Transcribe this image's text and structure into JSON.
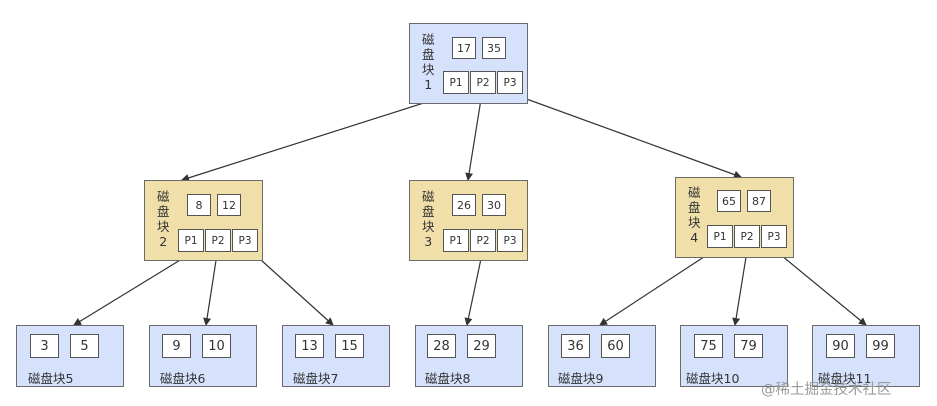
{
  "root": {
    "name_chars": [
      "磁",
      "盘",
      "块",
      "1"
    ],
    "keys": [
      "17",
      "35"
    ],
    "pointers": [
      "P1",
      "P2",
      "P3"
    ]
  },
  "middle": [
    {
      "name_chars": [
        "磁",
        "盘",
        "块",
        "2"
      ],
      "keys": [
        "8",
        "12"
      ],
      "pointers": [
        "P1",
        "P2",
        "P3"
      ]
    },
    {
      "name_chars": [
        "磁",
        "盘",
        "块",
        "3"
      ],
      "keys": [
        "26",
        "30"
      ],
      "pointers": [
        "P1",
        "P2",
        "P3"
      ]
    },
    {
      "name_chars": [
        "磁",
        "盘",
        "块",
        "4"
      ],
      "keys": [
        "65",
        "87"
      ],
      "pointers": [
        "P1",
        "P2",
        "P3"
      ]
    }
  ],
  "leaves": [
    {
      "label": "磁盘块5",
      "keys": [
        "3",
        "5"
      ]
    },
    {
      "label": "磁盘块6",
      "keys": [
        "9",
        "10"
      ]
    },
    {
      "label": "磁盘块7",
      "keys": [
        "13",
        "15"
      ]
    },
    {
      "label": "磁盘块8",
      "keys": [
        "28",
        "29"
      ]
    },
    {
      "label": "磁盘块9",
      "keys": [
        "36",
        "60"
      ]
    },
    {
      "label": "磁盘块10",
      "keys": [
        "75",
        "79"
      ]
    },
    {
      "label": "磁盘块11",
      "keys": [
        "90",
        "99"
      ]
    }
  ],
  "watermark": "@稀土掘金技术社区",
  "colors": {
    "leaf_fill": "#d6e2fb",
    "mid_fill": "#f1dfaa",
    "root_fill": "#d6e2fb",
    "edge": "#333333"
  }
}
